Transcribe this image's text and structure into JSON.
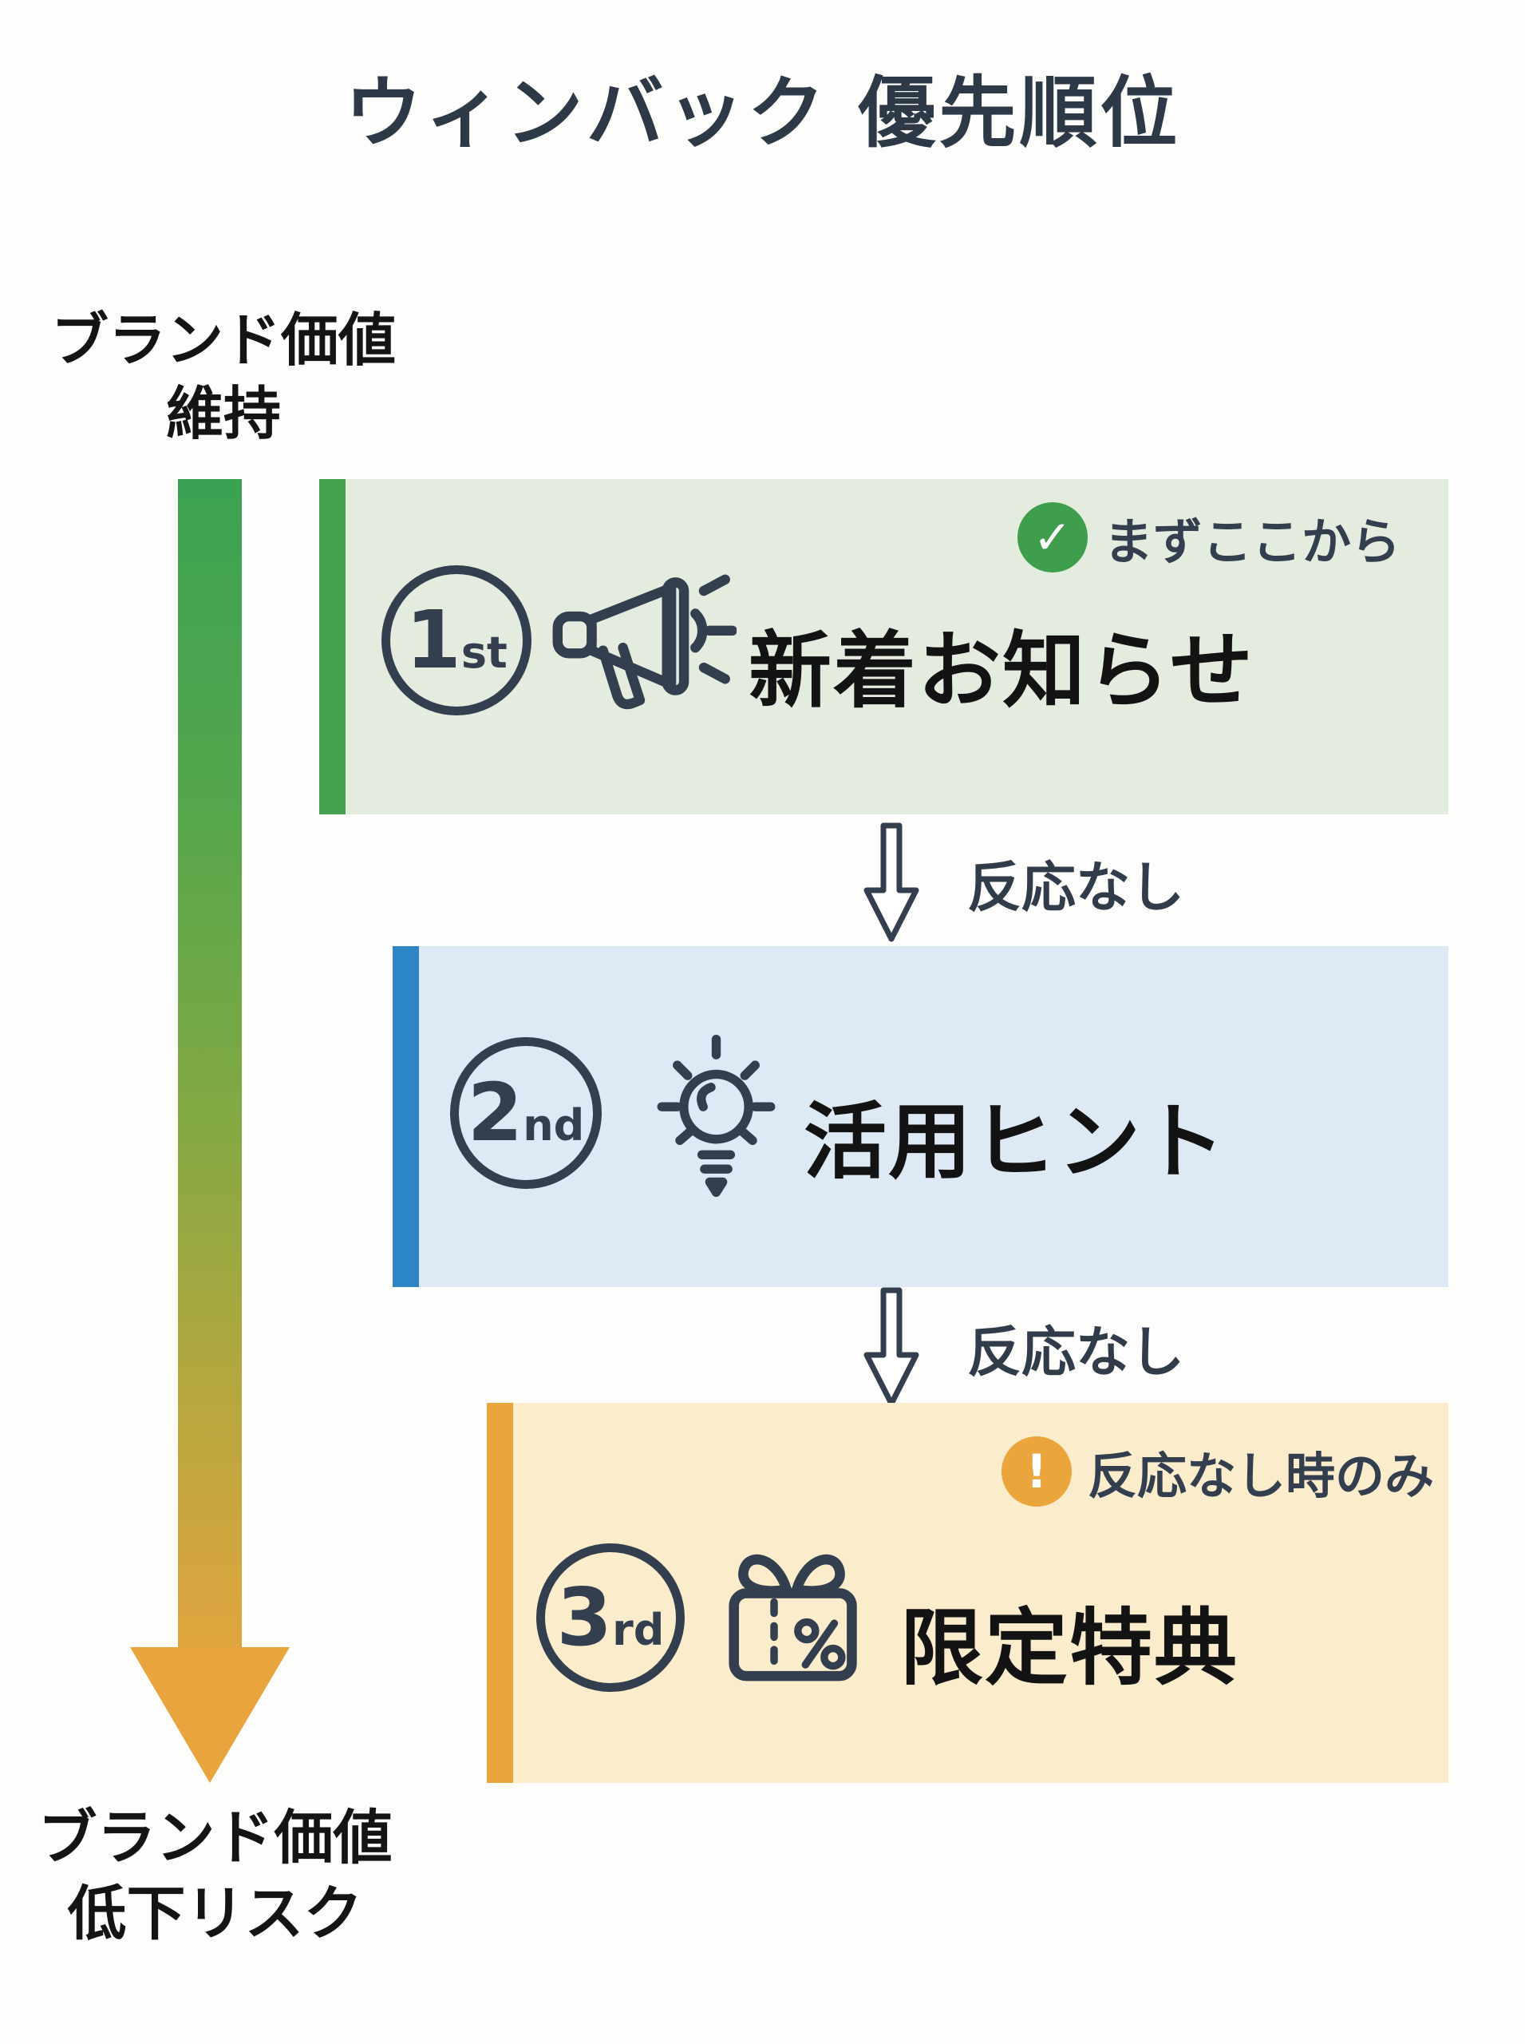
{
  "page": {
    "title": "ウィンバック 優先順位",
    "title_color": "#2e3947",
    "background_color": "#fdfdfb"
  },
  "axis": {
    "top_label": [
      "ブランド価値",
      "維持"
    ],
    "bottom_label": [
      "ブランド価値",
      "低下リスク"
    ],
    "arrow_top_color": "#3ba253",
    "arrow_bottom_color": "#e9a43d"
  },
  "steps": [
    {
      "rank_digit": "1",
      "rank_suffix": "st",
      "title": "新着お知らせ",
      "icon": "megaphone-icon",
      "accent_color": "#44a14f",
      "bg_color": "#e3ecdf",
      "badge": {
        "glyph": "✓",
        "text": "まずここから",
        "color": "#3f9e4e"
      }
    },
    {
      "rank_digit": "2",
      "rank_suffix": "nd",
      "title": "活用ヒント",
      "icon": "lightbulb-icon",
      "accent_color": "#2d85c5",
      "bg_color": "#dde9f5"
    },
    {
      "rank_digit": "3",
      "rank_suffix": "rd",
      "title": "限定特典",
      "icon": "gift-coupon-icon",
      "accent_color": "#eba53d",
      "bg_color": "#fbeccb",
      "badge": {
        "glyph": "!",
        "text": "反応なし時のみ",
        "color": "#eba53d"
      }
    }
  ],
  "connectors": [
    {
      "label": "反応なし"
    },
    {
      "label": "反応なし"
    }
  ]
}
